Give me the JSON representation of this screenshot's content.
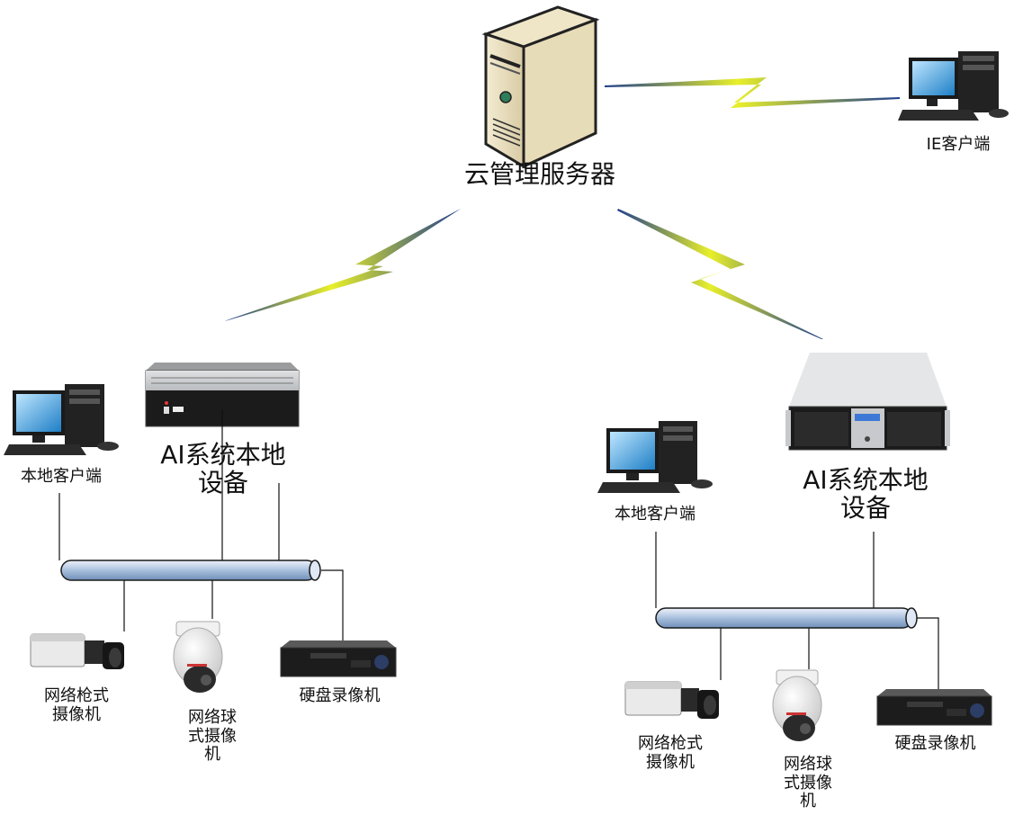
{
  "diagram": {
    "server_label": "云管理服务器",
    "ie_client_label": "IE客户端",
    "left_site": {
      "ai_device_label": "AI系统本地\n设备",
      "local_client_label": "本地客户端",
      "bullet_camera_label": "网络枪式\n摄像机",
      "dome_camera_label": "网络球\n式摄像\n机",
      "nvr_label": "硬盘录像机"
    },
    "right_site": {
      "ai_device_label": "AI系统本地\n设备",
      "local_client_label": "本地客户端",
      "bullet_camera_label": "网络枪式\n摄像机",
      "dome_camera_label": "网络球\n式摄像\n机",
      "nvr_label": "硬盘录像机"
    }
  }
}
